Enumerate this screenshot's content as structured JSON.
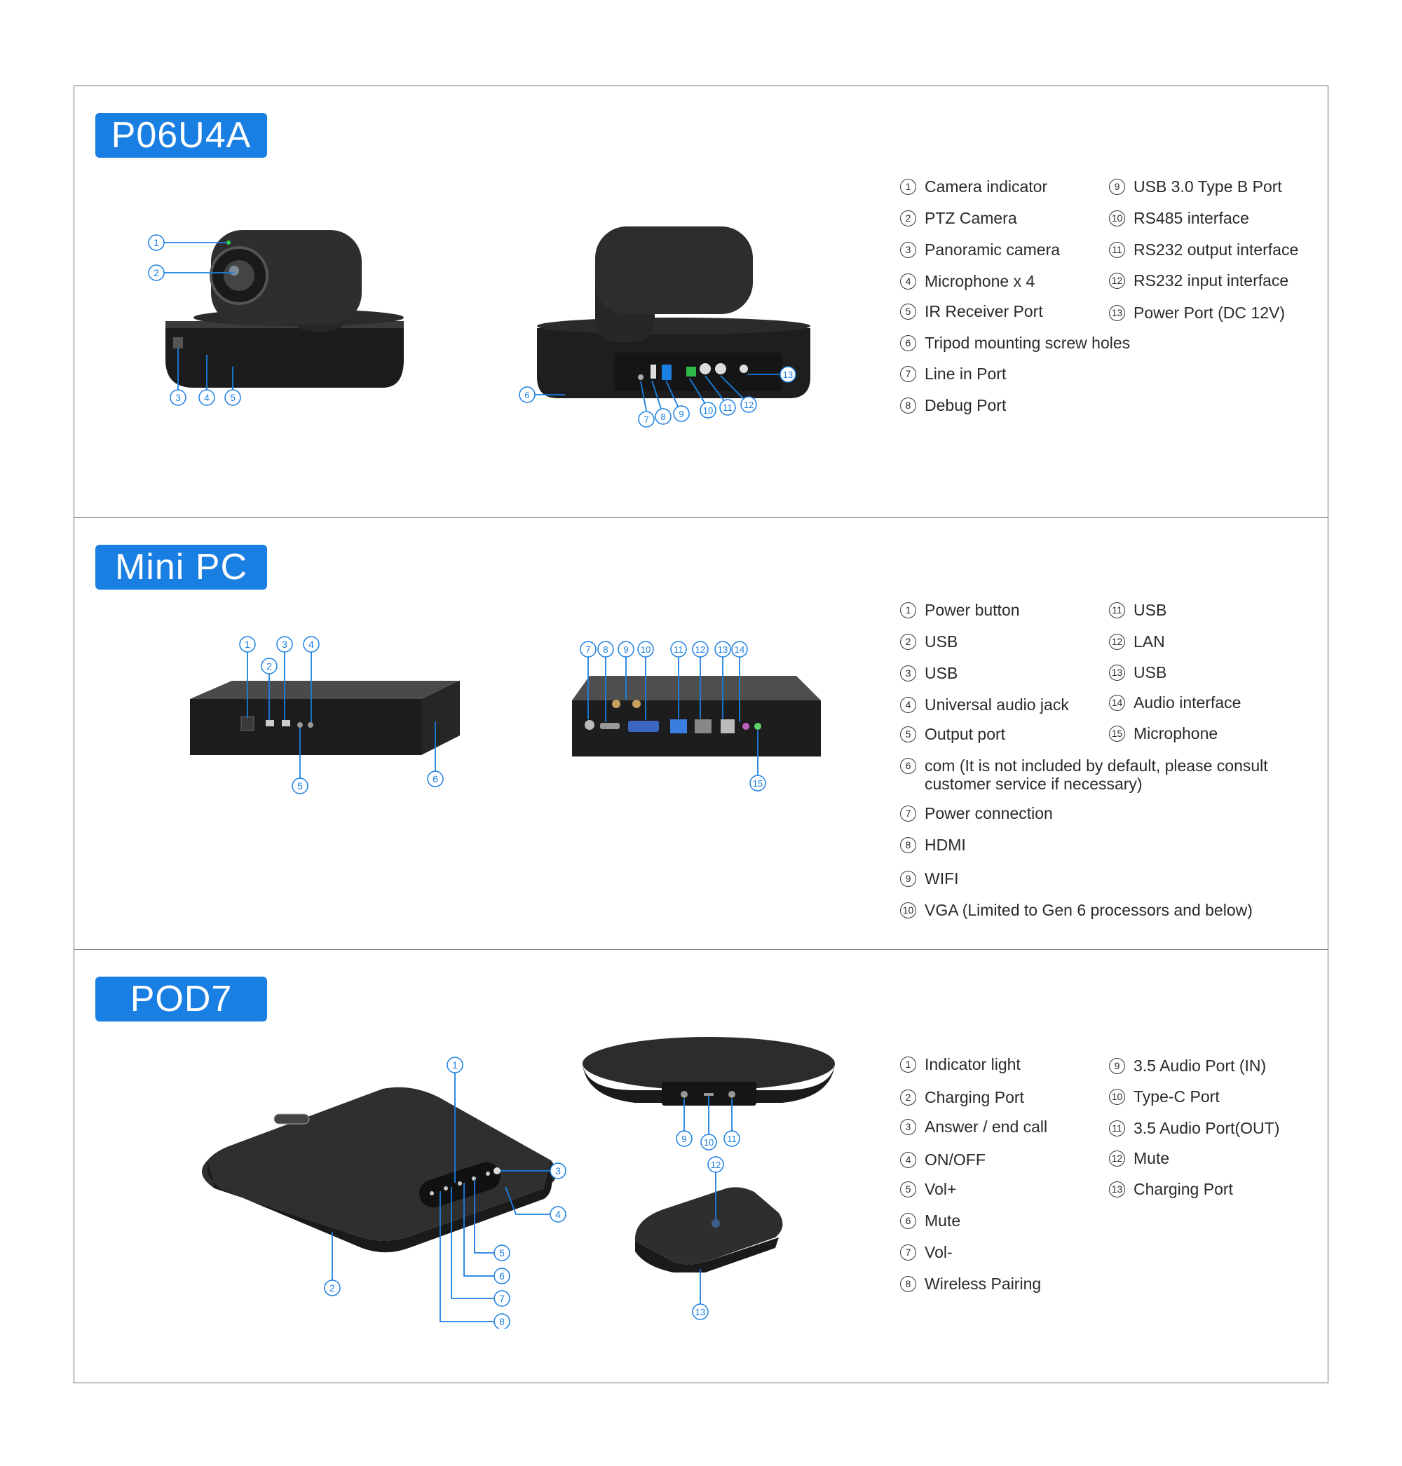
{
  "sections": [
    {
      "title": "P06U4A",
      "legend_col1": [
        {
          "n": "1",
          "label": "Camera indicator"
        },
        {
          "n": "2",
          "label": "PTZ Camera"
        },
        {
          "n": "3",
          "label": "Panoramic camera"
        },
        {
          "n": "4",
          "label": "Microphone x 4"
        },
        {
          "n": "5",
          "label": "IR Receiver Port"
        },
        {
          "n": "6",
          "label": "Tripod mounting screw holes"
        },
        {
          "n": "7",
          "label": "Line in Port"
        },
        {
          "n": "8",
          "label": "Debug Port"
        }
      ],
      "legend_col2": [
        {
          "n": "9",
          "label": "USB 3.0 Type B Port"
        },
        {
          "n": "10",
          "label": "RS485  interface"
        },
        {
          "n": "11",
          "label": "RS232 output interface"
        },
        {
          "n": "12",
          "label": "RS232 input interface"
        },
        {
          "n": "13",
          "label": "Power Port (DC 12V)"
        }
      ]
    },
    {
      "title": "Mini PC",
      "legend_col1": [
        {
          "n": "1",
          "label": "Power button"
        },
        {
          "n": "2",
          "label": "USB"
        },
        {
          "n": "3",
          "label": "USB"
        },
        {
          "n": "4",
          "label": "Universal audio jack"
        },
        {
          "n": "5",
          "label": "Output port"
        },
        {
          "n": "6",
          "label": "com (It is not included by default, please consult customer service if necessary)"
        },
        {
          "n": "7",
          "label": "Power connection"
        },
        {
          "n": "8",
          "label": "HDMI"
        },
        {
          "n": "9",
          "label": "WIFI"
        },
        {
          "n": "10",
          "label": "VGA (Limited to Gen 6 processors and below)"
        }
      ],
      "legend_col2": [
        {
          "n": "11",
          "label": "USB"
        },
        {
          "n": "12",
          "label": "LAN"
        },
        {
          "n": "13",
          "label": "USB"
        },
        {
          "n": "14",
          "label": "Audio interface"
        },
        {
          "n": "15",
          "label": "Microphone"
        }
      ]
    },
    {
      "title": "POD7",
      "legend_col1": [
        {
          "n": "1",
          "label": "Indicator light"
        },
        {
          "n": "2",
          "label": "Charging Port"
        },
        {
          "n": "3",
          "label": "Answer / end call"
        },
        {
          "n": "4",
          "label": "ON/OFF"
        },
        {
          "n": "5",
          "label": "Vol+"
        },
        {
          "n": "6",
          "label": "Mute"
        },
        {
          "n": "7",
          "label": "Vol-"
        },
        {
          "n": "8",
          "label": "Wireless Pairing"
        }
      ],
      "legend_col2": [
        {
          "n": "9",
          "label": "3.5 Audio Port (IN)"
        },
        {
          "n": "10",
          "label": "Type-C Port"
        },
        {
          "n": "11",
          "label": "3.5 Audio Port(OUT)"
        },
        {
          "n": "12",
          "label": "Mute"
        },
        {
          "n": "13",
          "label": "Charging Port"
        }
      ]
    }
  ],
  "callout_color": "#1a7fe3",
  "accent_color": "#1a7fe3"
}
